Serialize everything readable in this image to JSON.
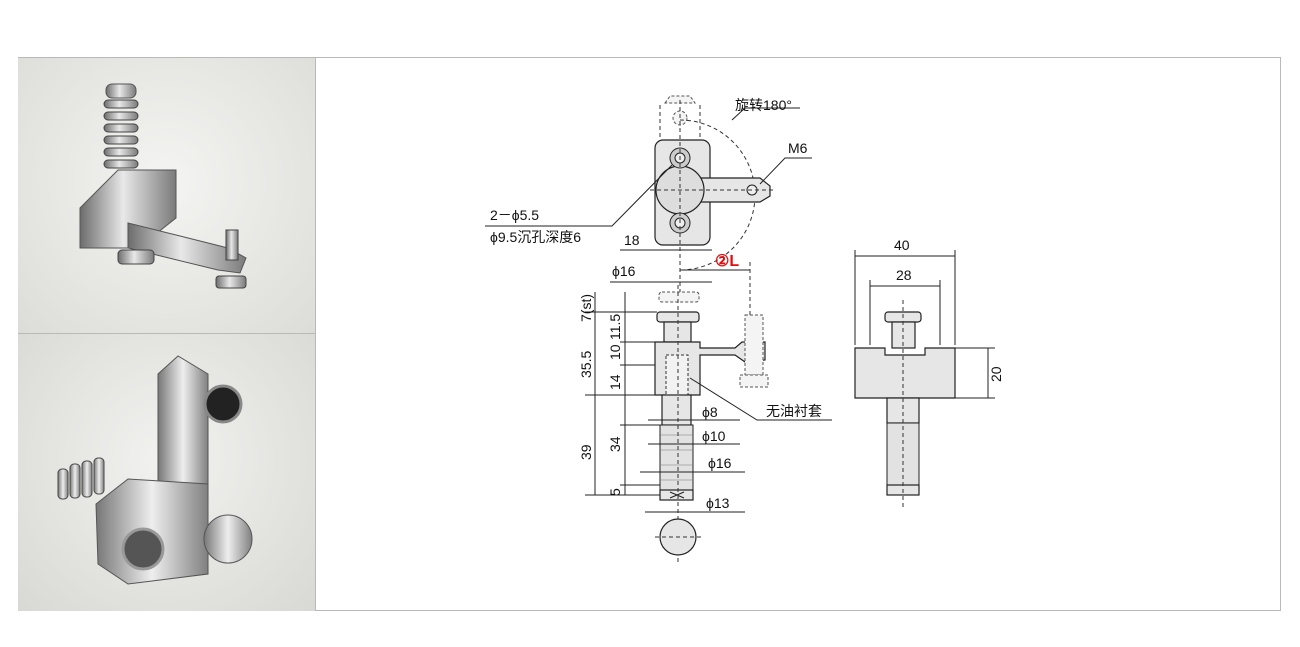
{
  "photos": [
    {
      "name": "product-photo-top"
    },
    {
      "name": "product-photo-bottom"
    }
  ],
  "drawing": {
    "top_view": {
      "rotate_label": "旋转180°",
      "thread_label": "M6",
      "hole_label_1": "2－ϕ5.5",
      "hole_label_2": "ϕ9.5沉孔深度6",
      "dim_18": "18",
      "dim_L": "②L",
      "dim_phi16": "ϕ16"
    },
    "side_view": {
      "dim_7st": "7(st)",
      "dim_35_5": "35.5",
      "dim_39": "39",
      "dim_11_5": "11.5",
      "dim_10": "10",
      "dim_14": "14",
      "dim_34": "34",
      "dim_5": "5",
      "dim_phi8": "ϕ8",
      "dim_phi10": "ϕ10",
      "dim_phi16": "ϕ16",
      "dim_phi13": "ϕ13",
      "bushing_label": "无油衬套"
    },
    "front_view": {
      "dim_40": "40",
      "dim_28": "28",
      "dim_20": "20"
    },
    "colors": {
      "accent": "#e01010",
      "frame": "#b9b9b9"
    }
  }
}
